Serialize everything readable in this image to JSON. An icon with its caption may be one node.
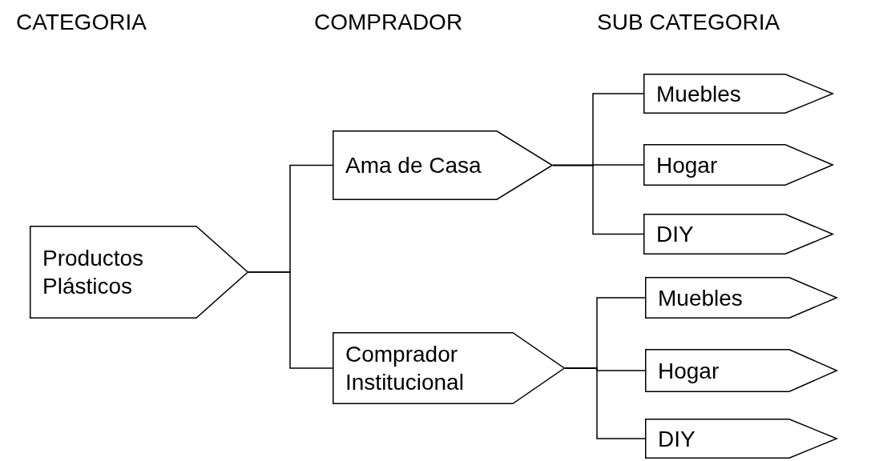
{
  "diagram": {
    "nodes": [
      {
        "text": [
          "Productos Plásticos"
        ]
      },
      {
        "text": [
          "Ama de Casa"
        ]
      },
      {
        "text": [
          "Comprador Institucional"
        ]
      },
      {
        "text": [
          "Muebles"
        ]
      },
      {
        "text": [
          "Hogar"
        ]
      },
      {
        "text": [
          "DIY"
        ]
      },
      {
        "text": [
          "Muebles"
        ]
      },
      {
        "text": [
          "Hogar"
        ]
      },
      {
        "text": [
          "DIY"
        ]
      }
    ],
    "edges": [
      {
        "from": 0,
        "to": 1,
        "arrow": "none"
      },
      {
        "from": 0,
        "to": 2,
        "arrow": "none"
      },
      {
        "from": 1,
        "to": 3,
        "arrow": "none"
      },
      {
        "from": 1,
        "to": 4,
        "arrow": "none"
      },
      {
        "from": 1,
        "to": 5,
        "arrow": "none"
      },
      {
        "from": 2,
        "to": 6,
        "arrow": "none"
      },
      {
        "from": 2,
        "to": 7,
        "arrow": "none"
      },
      {
        "from": 2,
        "to": 8,
        "arrow": "none"
      }
    ],
    "labels": [
      "CATEGORIA",
      "COMPRADOR",
      "SUB CATEGORIA"
    ]
  }
}
